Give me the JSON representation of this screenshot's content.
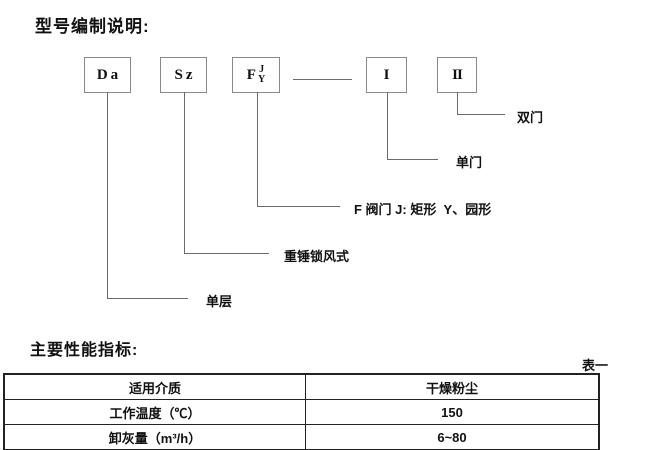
{
  "page": {
    "section1_title": "型号编制说明:",
    "section2_title": "主要性能指标:",
    "table_caption": "表一"
  },
  "diagram": {
    "boxes": [
      {
        "label": "Da"
      },
      {
        "label": "Sz"
      },
      {
        "label": "F",
        "sup": "J",
        "sub": "Y"
      },
      {
        "label": "I"
      },
      {
        "label": "II"
      }
    ],
    "callouts": [
      {
        "text": "双门"
      },
      {
        "text": "单门"
      },
      {
        "text": "F 阀门 J: 矩形  Y、园形"
      },
      {
        "text": "重锤锁风式"
      },
      {
        "text": "单层"
      }
    ]
  },
  "table": {
    "rows": [
      {
        "label": "适用介质",
        "value": "干燥粉尘"
      },
      {
        "label": "工作温度（℃）",
        "value": "150"
      },
      {
        "label": "卸灰量（m³/h）",
        "value": "6~80"
      }
    ]
  }
}
